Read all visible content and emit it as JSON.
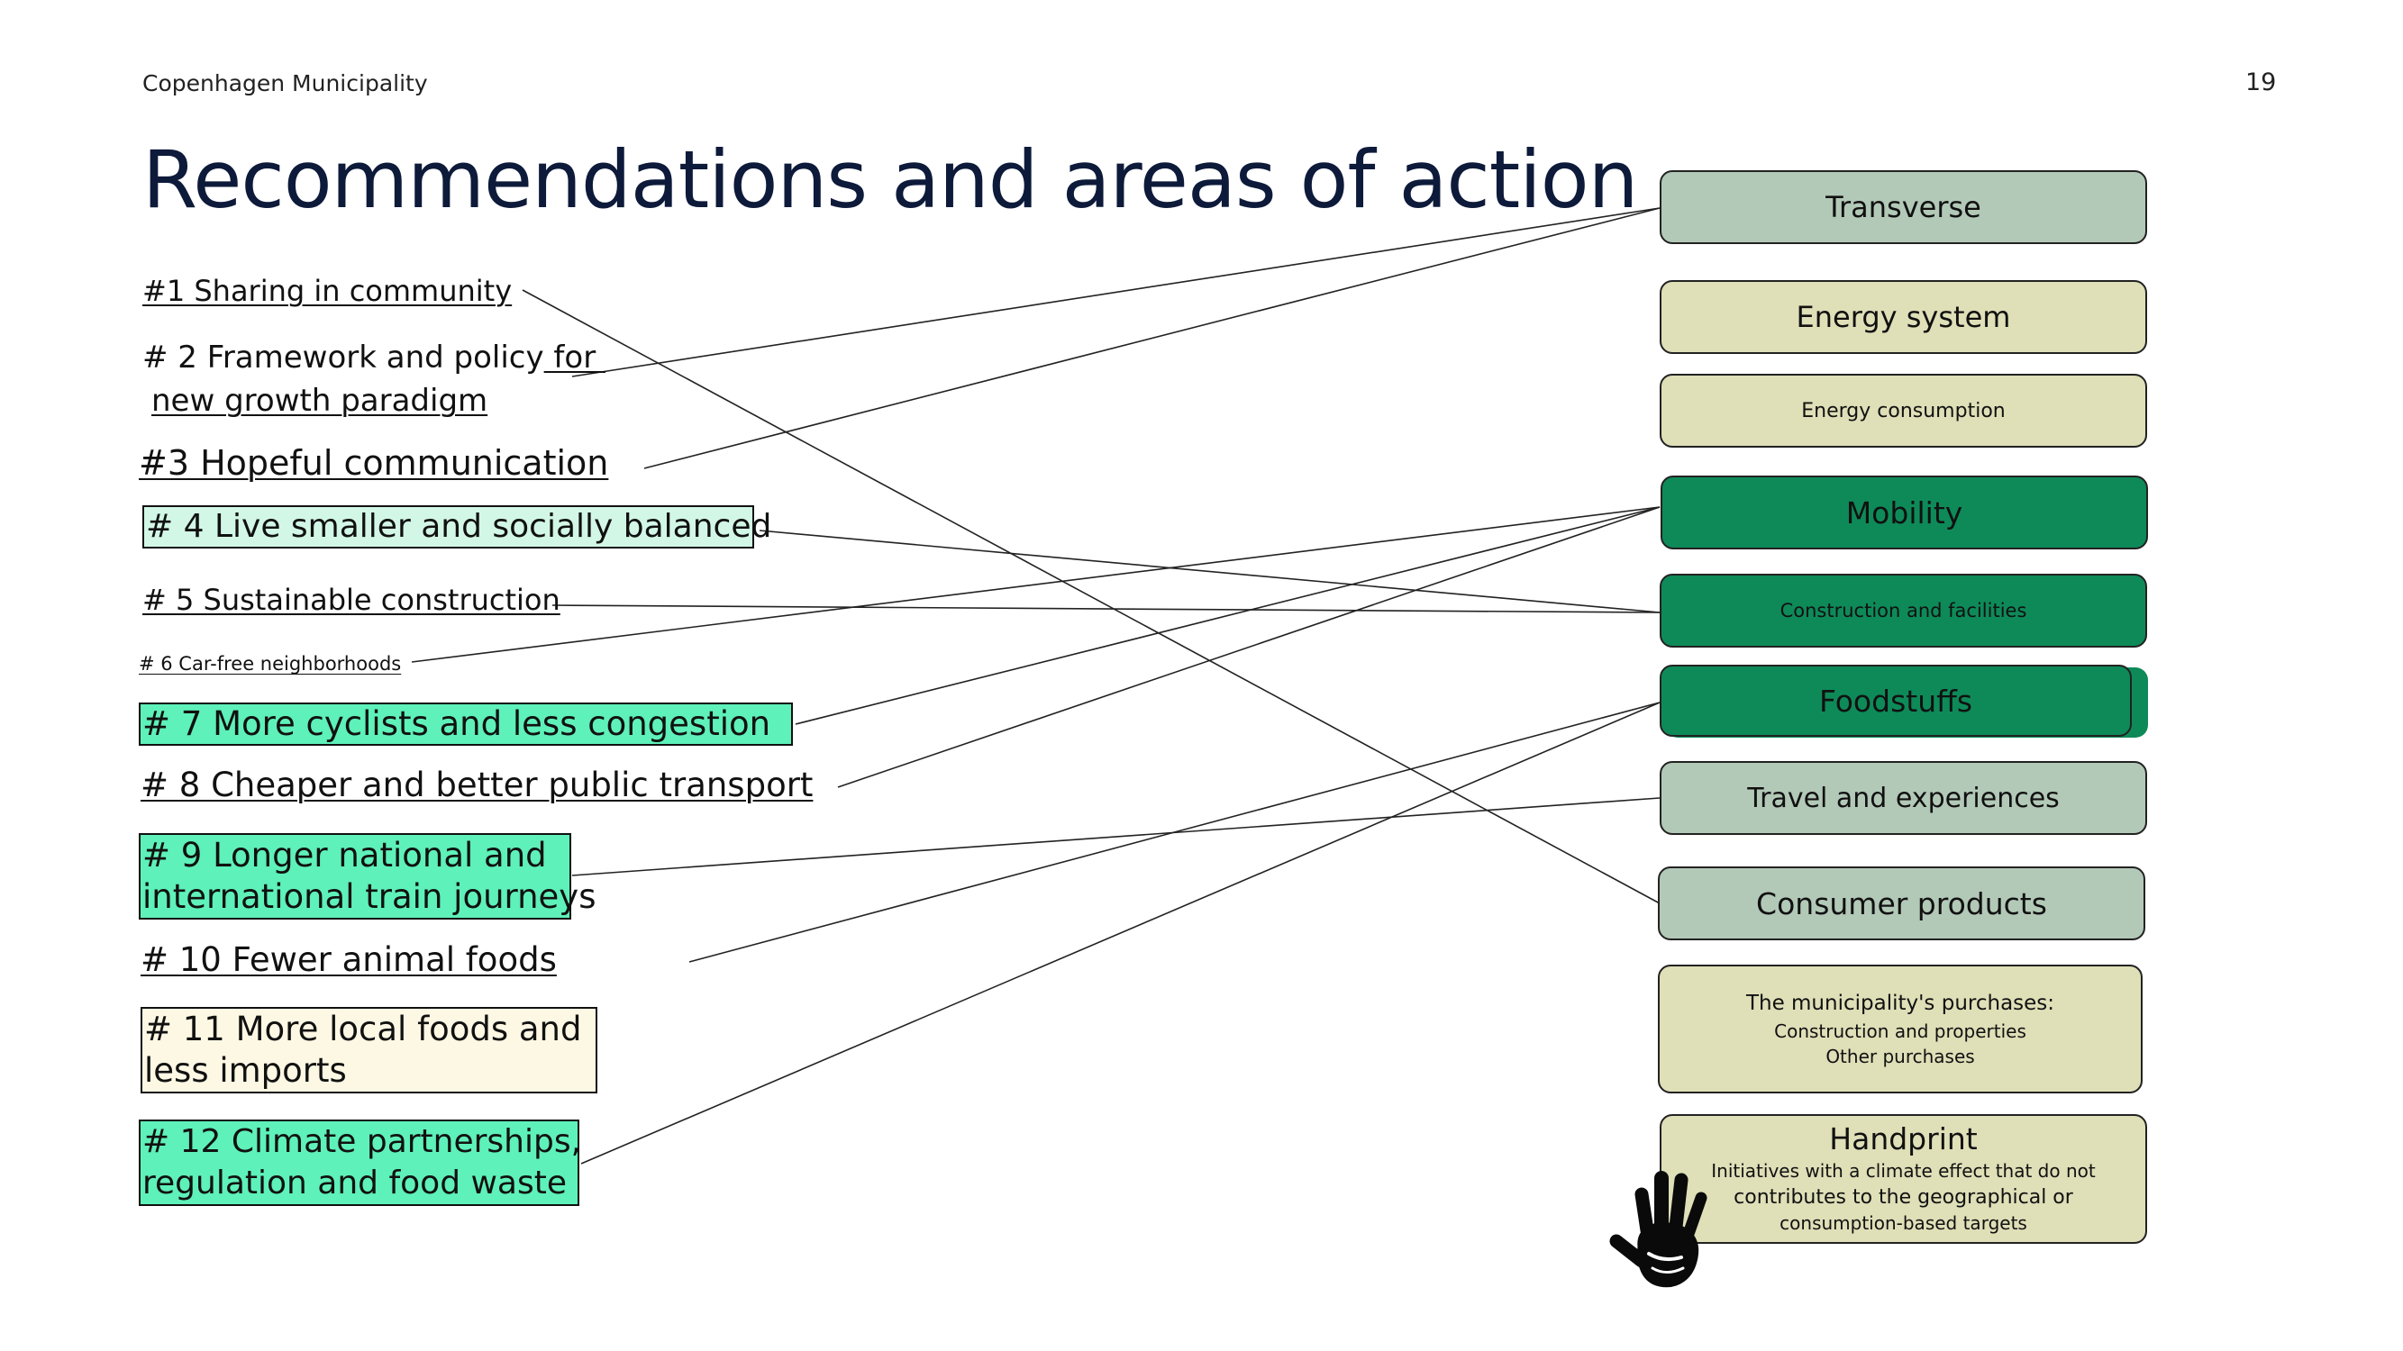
{
  "header": {
    "organization": "Copenhagen Municipality",
    "page_number": "19"
  },
  "title": "Recommendations and areas of action",
  "recommendations": {
    "r1": "#1 Sharing in community",
    "r2_line1_a": "# 2 Framework and policy",
    "r2_line1_b": " for ",
    "r2_line2": "new growth paradigm",
    "r3": "#3 Hopeful communication",
    "r4": "# 4 Live smaller and socially balanced",
    "r5": "# 5 Sustainable construction",
    "r6": "# 6 Car-free neighborhoods",
    "r7": "# 7 More cyclists and less congestion",
    "r8": "# 8 Cheaper and better public transport",
    "r9_line1": "# 9 Longer national and",
    "r9_line2": " international train journeys",
    "r10": "# 10 Fewer animal foods",
    "r11_line1": "# 11 More local foods and",
    "r11_line2": "less imports",
    "r12_line1": "# 12 Climate partnerships,",
    "r12_line2": "regulation and food waste"
  },
  "areas": {
    "transverse": "Transverse",
    "energy_system": "Energy system",
    "energy_consumption": "Energy consumption",
    "mobility": "Mobility",
    "construction": "Construction and facilities",
    "foodstuffs": "Foodstuffs",
    "travel": "Travel and experiences",
    "consumer": "Consumer products",
    "purchases_title": "The municipality's purchases:",
    "purchases_line1": "Construction and properties",
    "purchases_line2": "Other purchases",
    "handprint_title": "Handprint",
    "handprint_line1": "Initiatives with a climate effect that do not",
    "handprint_line2": "contributes to the geographical or",
    "handprint_line3": "consumption-based targets"
  },
  "icons": {
    "handprint": "handprint-icon"
  },
  "colors": {
    "title": "#0d1a3a",
    "transverse_grey": "#b3c9b8",
    "khaki": "#dfdfb8",
    "dark_green": "#0e8a59",
    "mint_light": "#d2f7e6",
    "mint_bright": "#5ef1b9",
    "cream": "#fdf8e4"
  },
  "connections": [
    {
      "from": "r1",
      "to": "consumer"
    },
    {
      "from": "r2",
      "to": "transverse"
    },
    {
      "from": "r3",
      "to": "transverse"
    },
    {
      "from": "r4",
      "to": "construction"
    },
    {
      "from": "r5",
      "to": "construction"
    },
    {
      "from": "r6",
      "to": "mobility"
    },
    {
      "from": "r7",
      "to": "mobility"
    },
    {
      "from": "r8",
      "to": "mobility"
    },
    {
      "from": "r9",
      "to": "travel"
    },
    {
      "from": "r10",
      "to": "foodstuffs"
    },
    {
      "from": "r12",
      "to": "foodstuffs"
    }
  ]
}
